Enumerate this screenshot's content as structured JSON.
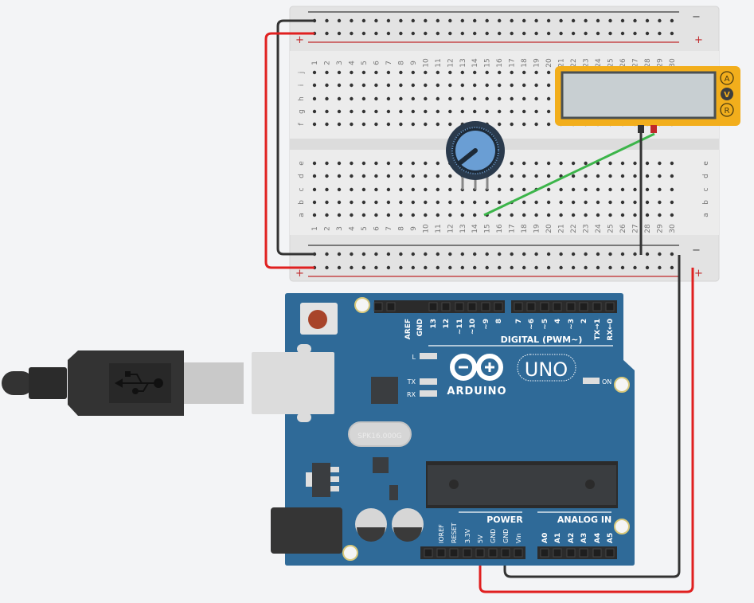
{
  "colors": {
    "board": "#2f6a98",
    "breadboard": "#e1e1e1",
    "wire_red": "#e02020",
    "wire_black": "#333333",
    "wire_green": "#3cb54a",
    "multimeter": "#f2ae1c",
    "screen": "#c8cfd2"
  },
  "breadboard": {
    "columns": [
      "1",
      "2",
      "3",
      "4",
      "5",
      "6",
      "7",
      "8",
      "9",
      "10",
      "11",
      "12",
      "13",
      "14",
      "15",
      "16",
      "17",
      "18",
      "19",
      "20",
      "21",
      "22",
      "23",
      "24",
      "25",
      "26",
      "27",
      "28",
      "29",
      "30"
    ],
    "top_rows": [
      "j",
      "i",
      "h",
      "g",
      "f"
    ],
    "bottom_rows": [
      "e",
      "d",
      "c",
      "b",
      "a"
    ],
    "rail_minus": "−",
    "rail_plus": "+"
  },
  "multimeter": {
    "modes": [
      "A",
      "V",
      "R"
    ],
    "selected_mode": "V",
    "display": ""
  },
  "arduino": {
    "brand": "ARDUINO",
    "model": "UNO",
    "digital_pins": [
      "AREF",
      "GND",
      "13",
      "12",
      "~11",
      "~10",
      "~9",
      "8",
      "7",
      "~6",
      "~5",
      "4",
      "~3",
      "2",
      "TX→1",
      "RX←0"
    ],
    "digital_label": "DIGITAL (PWM~)",
    "power_pins": [
      "IOREF",
      "RESET",
      "3.3V",
      "5V",
      "GND",
      "GND",
      "Vin"
    ],
    "power_label": "POWER",
    "analog_pins": [
      "A0",
      "A1",
      "A2",
      "A3",
      "A4",
      "A5"
    ],
    "analog_label": "ANALOG IN",
    "led_l": "L",
    "led_tx": "TX",
    "led_rx": "RX",
    "led_on": "ON",
    "crystal": "SPK16.000G"
  }
}
